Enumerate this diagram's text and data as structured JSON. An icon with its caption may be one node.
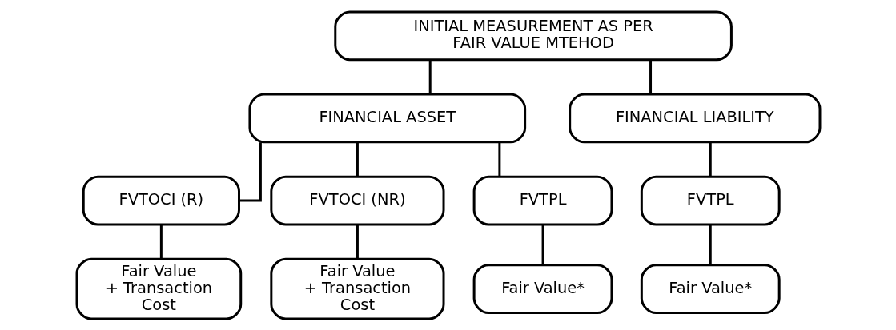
{
  "diagram": {
    "nodes": [
      {
        "text": [
          "INITIAL MEASUREMENT AS PER FAIR VALUE MTEHOD"
        ]
      },
      {
        "text": [
          "FINANCIAL ASSET"
        ]
      },
      {
        "text": [
          "FINANCIAL LIABILITY"
        ]
      },
      {
        "text": [
          "FVTOCI (R)"
        ]
      },
      {
        "text": [
          "FVTOCI (NR)"
        ]
      },
      {
        "text": [
          "FVTPL"
        ]
      },
      {
        "text": [
          "FVTPL"
        ]
      },
      {
        "text": [
          "Fair Value + Transaction Cost"
        ]
      },
      {
        "text": [
          "Fair Value + Transaction Cost"
        ]
      },
      {
        "text": [
          "Fair Value*"
        ]
      },
      {
        "text": [
          "Fair Value*"
        ]
      }
    ],
    "edges": [
      {
        "from": 0,
        "to": 1,
        "arrow": "none"
      },
      {
        "from": 0,
        "to": 2,
        "arrow": "none"
      },
      {
        "from": 1,
        "to": 3,
        "arrow": "none"
      },
      {
        "from": 1,
        "to": 4,
        "arrow": "none"
      },
      {
        "from": 1,
        "to": 5,
        "arrow": "none"
      },
      {
        "from": 2,
        "to": 6,
        "arrow": "none"
      },
      {
        "from": 3,
        "to": 7,
        "arrow": "none"
      },
      {
        "from": 4,
        "to": 8,
        "arrow": "none"
      },
      {
        "from": 5,
        "to": 9,
        "arrow": "none"
      },
      {
        "from": 6,
        "to": 10,
        "arrow": "none"
      }
    ]
  }
}
